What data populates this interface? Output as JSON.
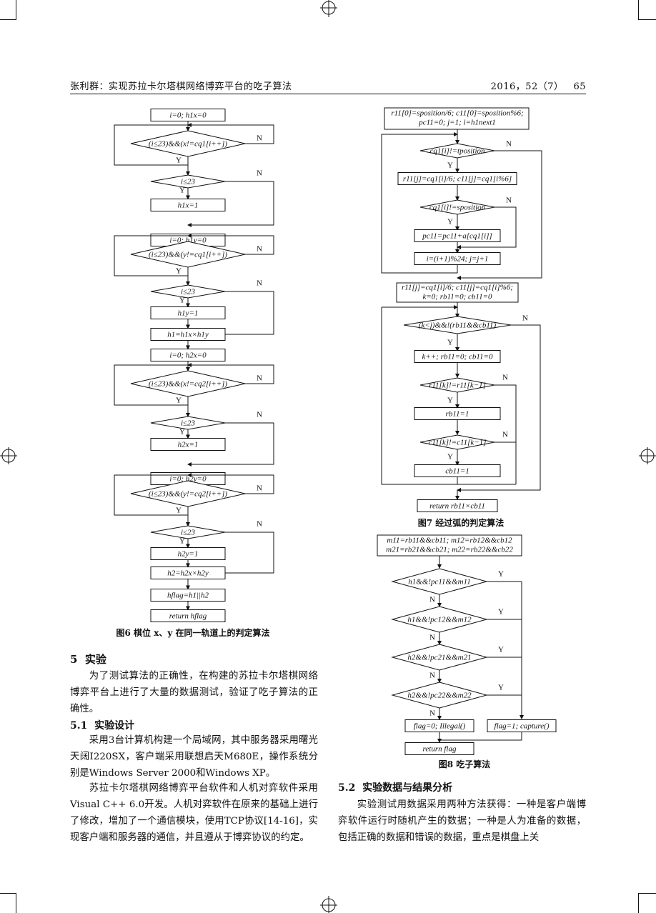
{
  "header": {
    "left": "张利群：实现苏拉卡尔塔棋网络博弈平台的吃子算法",
    "right": "2016，52（7）   65"
  },
  "fig6": {
    "caption": "图6  棋位 x、y 在同一轨道上的判定算法",
    "yes": "Y",
    "no": "N",
    "labels": [
      "i=0; h1x=0",
      "(i≤23)&&(x!=cq1[i++])",
      "i≤23",
      "h1x=1",
      "i=0; h1y=0",
      "(i≤23)&&(y!=cq1[i++])",
      "i≤23",
      "h1y=1",
      "h1=h1x×h1y",
      "i=0; h2x=0",
      "(i≤23)&&(x!=cq2[i++])",
      "i≤23",
      "h2x=1",
      "i=0; h2y=0",
      "(i≤23)&&(y!=cq2[i++])",
      "i≤23",
      "h2y=1",
      "h2=h2x×h2y",
      "hflag=h1||h2",
      "return hflag"
    ]
  },
  "fig7": {
    "caption": "图7  经过弧的判定算法",
    "labels": [
      "r11[0]=sposition/6; c11[0]=sposition%6;",
      "pc11=0; j=1; i=h1next1",
      "cq1[i]!=tposition",
      "r11[j]=cq1[i]/6; c11[j]=cq1[i%6]",
      "cq1[i]!=sposition",
      "pc11=pc11+a[cq1[i]]",
      "i=(i+1)%24; j=j+1",
      "r11[j]=cq1[i]/6; c11[j]=cq1[i]%6;",
      "k=0; rb11=0; cb11=0",
      "(k<j)&&!(rb11&&cb11)",
      "k++; rb11=0; cb11=0",
      "r11[k]!=r11[k−1]",
      "rb11=1",
      "c11[k]!=c11[k−1]",
      "cb11=1",
      "return rb11×cb11"
    ]
  },
  "fig8": {
    "caption": "图8  吃子算法",
    "labels": [
      "m11=rb11&&cb11; m12=rb12&&cb12",
      "m21=rb21&&cb21; m22=rb22&&cb22",
      "h1&&!pc11&&m11",
      "h1&&!pc12&&m12",
      "h2&&!pc21&&m21",
      "h2&&!pc22&&m22",
      "flag=0; Illegal()",
      "flag=1; capture()",
      "return flag"
    ]
  },
  "section5": {
    "title": "5  实验",
    "p1": "为了测试算法的正确性，在构建的苏拉卡尔塔棋网络博弈平台上进行了大量的数据测试，验证了吃子算法的正确性。"
  },
  "section51": {
    "title": "5.1  实验设计",
    "p1": "采用3台计算机构建一个局域网，其中服务器采用曙光天阔I220SX，客户端采用联想启天M680E，操作系统分别是Windows Server 2000和Windows XP。",
    "p2": "苏拉卡尔塔棋网络博弈平台软件和人机对弈软件采用Visual C++ 6.0开发。人机对弈软件在原来的基础上进行了修改，增加了一个通信模块，使用TCP协议[14-16]，实现客户端和服务器的通信，并且遵从于博弈协议的约定。"
  },
  "section52": {
    "title": "5.2  实验数据与结果分析",
    "p1": "实验测试用数据采用两种方法获得：一种是客户端博弈软件运行时随机产生的数据；一种是人为准备的数据，包括正确的数据和错误的数据，重点是棋盘上关"
  }
}
